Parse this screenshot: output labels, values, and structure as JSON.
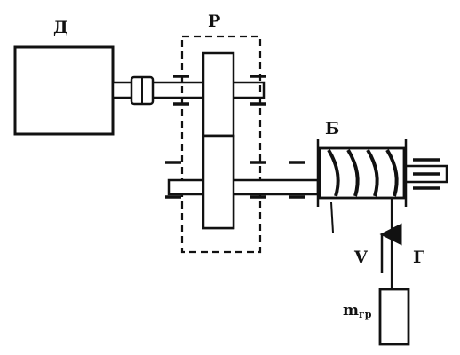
{
  "labels": {
    "motor": "Д",
    "reducer": "Р",
    "drum": "Б",
    "velocity": "V",
    "rope": "Г",
    "mass_symbol": "m",
    "mass_subscript": "гр"
  }
}
